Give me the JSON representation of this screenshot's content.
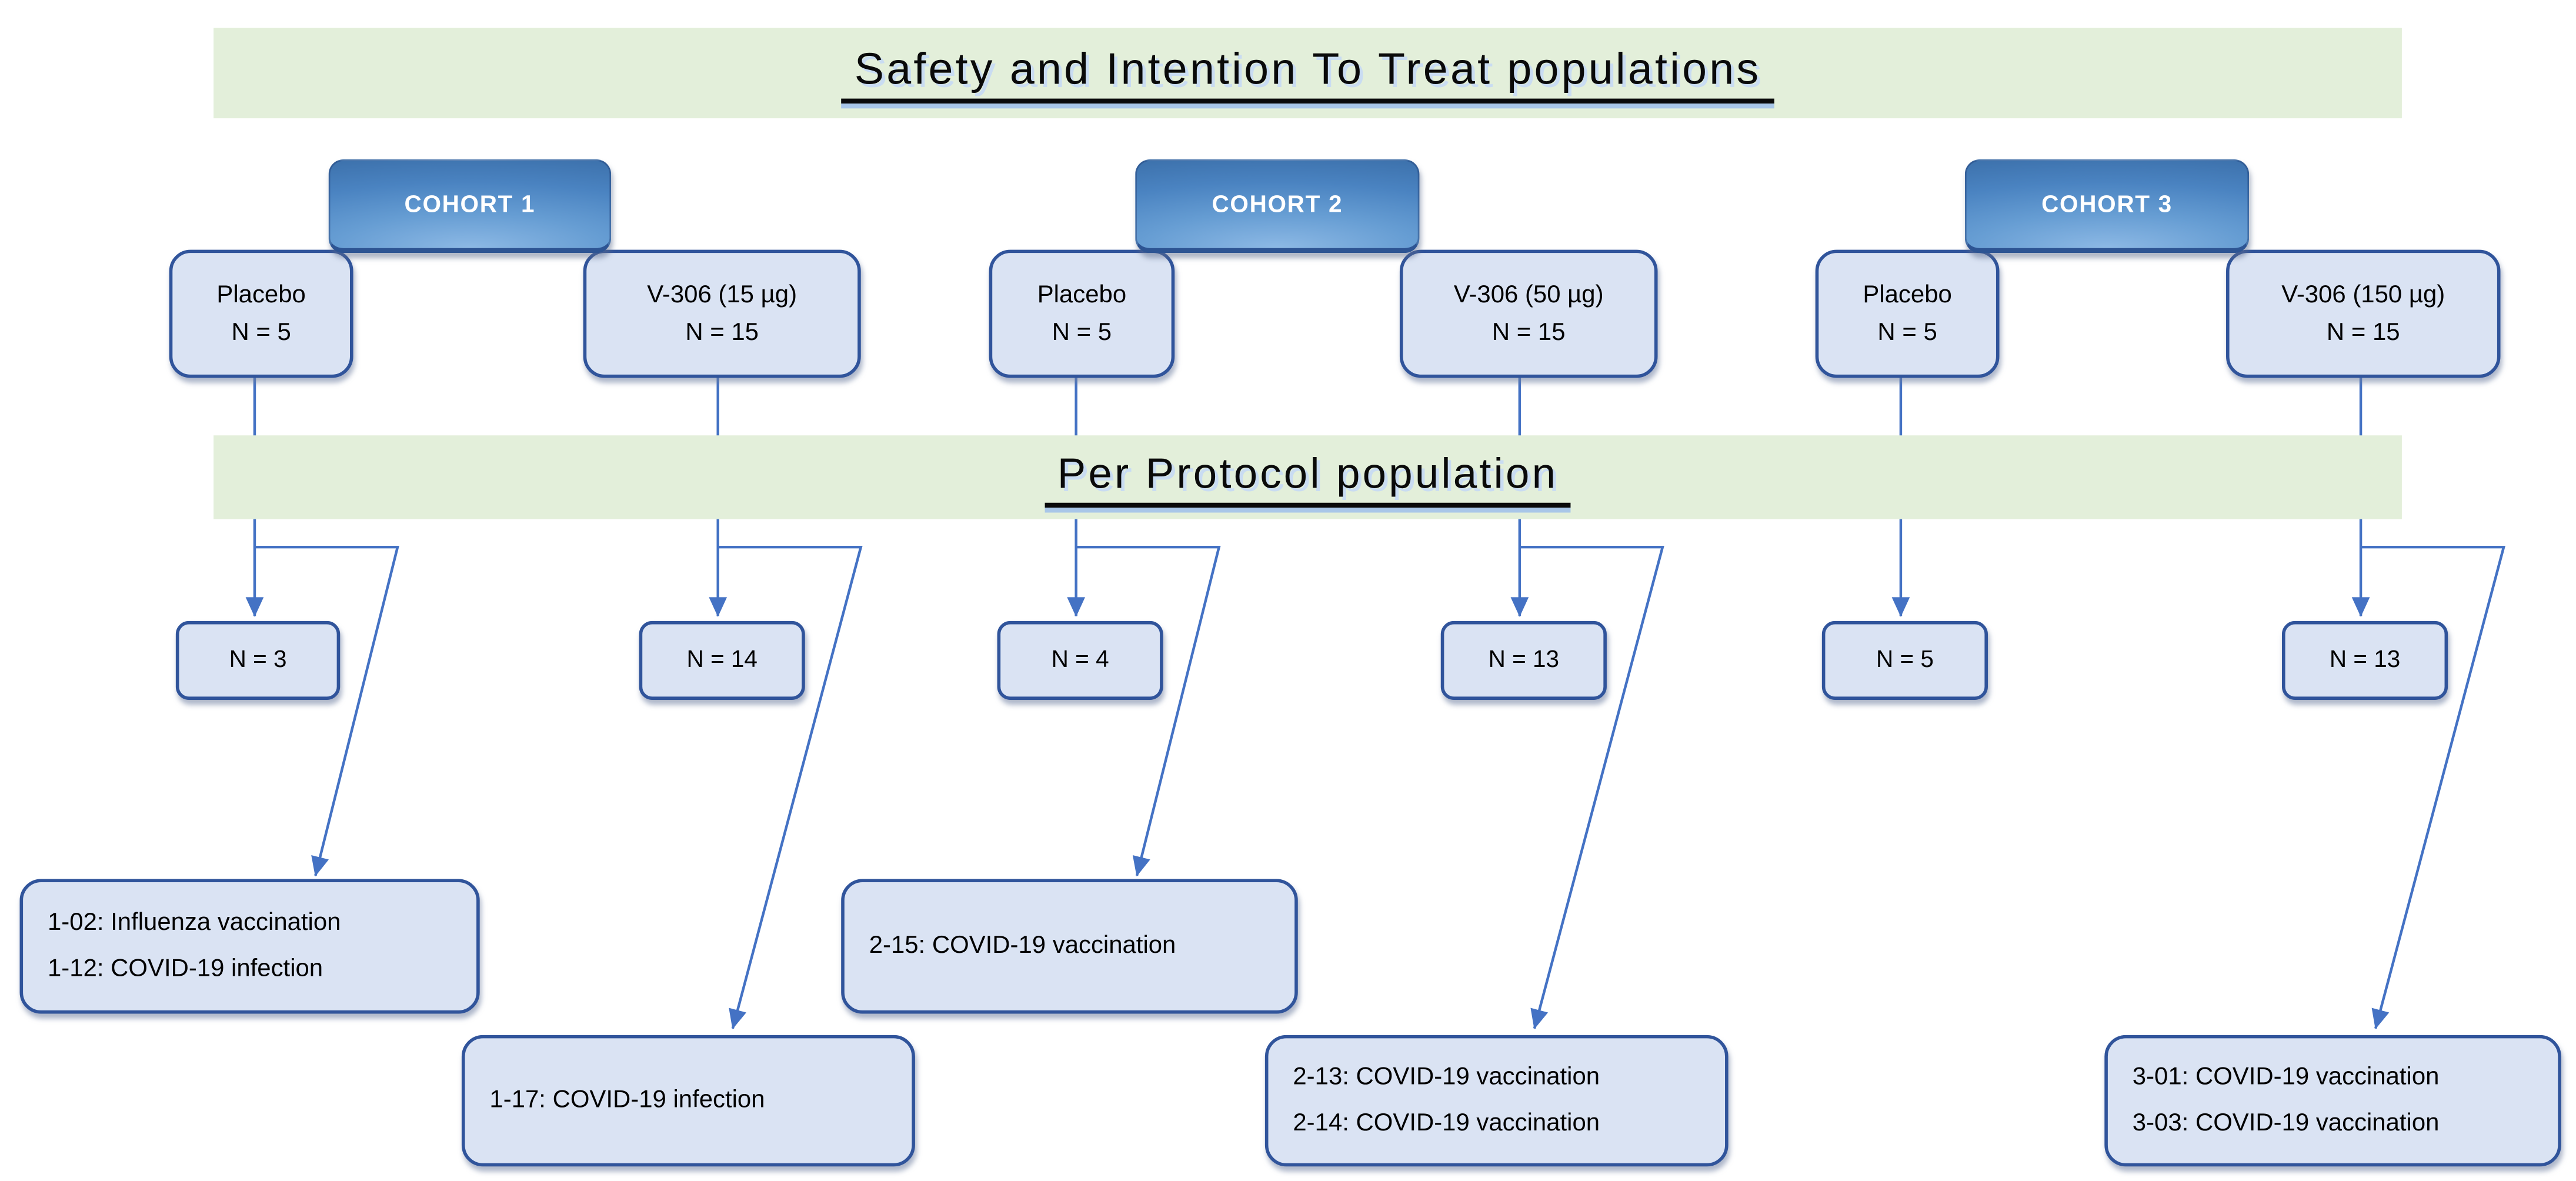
{
  "banners": {
    "safety_itt": "Safety and Intention To Treat populations",
    "per_protocol": "Per Protocol population"
  },
  "cohorts": [
    {
      "label": "COHORT 1",
      "placebo_arm": {
        "name": "Placebo",
        "n": "N = 5"
      },
      "treatment_arm": {
        "name": "V-306 (15 µg)",
        "n": "N = 15"
      },
      "per_protocol": {
        "placebo_n": "N = 3",
        "treatment_n": "N = 14"
      },
      "placebo_exclusions": [
        "1-02: Influenza vaccination",
        "1-12: COVID-19 infection"
      ],
      "treatment_exclusions": [
        "1-17: COVID-19 infection"
      ]
    },
    {
      "label": "COHORT 2",
      "placebo_arm": {
        "name": "Placebo",
        "n": "N = 5"
      },
      "treatment_arm": {
        "name": "V-306 (50 µg)",
        "n": "N = 15"
      },
      "per_protocol": {
        "placebo_n": "N = 4",
        "treatment_n": "N = 13"
      },
      "placebo_exclusions": [
        "2-15: COVID-19 vaccination"
      ],
      "treatment_exclusions": [
        "2-13: COVID-19 vaccination",
        "2-14: COVID-19 vaccination"
      ]
    },
    {
      "label": "COHORT 3",
      "placebo_arm": {
        "name": "Placebo",
        "n": "N = 5"
      },
      "treatment_arm": {
        "name": "V-306 (150 µg)",
        "n": "N = 15"
      },
      "per_protocol": {
        "placebo_n": "N = 5",
        "treatment_n": "N = 13"
      },
      "placebo_exclusions": [],
      "treatment_exclusions": [
        "3-01: COVID-19 vaccination",
        "3-03: COVID-19 vaccination"
      ]
    }
  ],
  "colors": {
    "banner_green": "#e3efda",
    "node_fill": "#dae3f3",
    "node_border": "#30549b",
    "connector_blue": "#4472c4",
    "cohort_header_blue": "#4a83c1",
    "title_text": "#0a0a0a"
  }
}
